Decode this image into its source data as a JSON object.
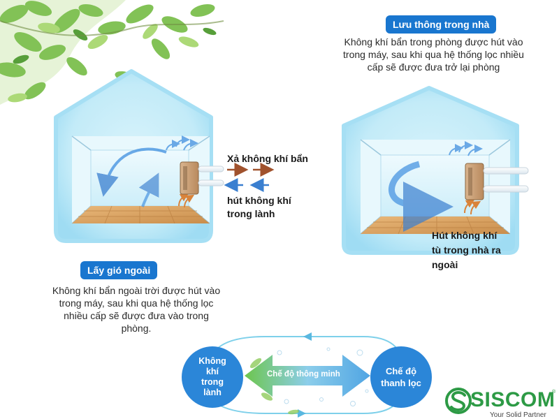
{
  "left_room": {
    "tag": "Lấy gió ngoài",
    "desc_lines": [
      "Không khí bẩn ngoài trời được hút vào",
      "trong máy, sau khi qua hệ thống lọc",
      "nhiều cấp sẽ được đưa vào trong",
      "phòng."
    ],
    "exhaust_label": "Xả không khí bẩn",
    "intake_label_lines": [
      "hút không khí",
      "trong lành"
    ]
  },
  "right_room": {
    "tag": "Lưu thông trong nhà",
    "desc_lines": [
      "Không khí bẩn trong phòng được hút vào",
      "trong máy, sau khi qua hệ thống lọc nhiều",
      "cấp sẽ được đưa trở lại phòng"
    ],
    "intake_label_lines": [
      "Hút không khí",
      "tù trong nhà ra",
      "ngoài"
    ]
  },
  "mode_cycle": {
    "left_circle_lines": [
      "Không",
      "khí",
      "trong",
      "lành"
    ],
    "right_circle_lines": [
      "Chế độ",
      "thanh lọc"
    ],
    "center_label": "Chế độ thông minh"
  },
  "brand": {
    "name": "SISCOM",
    "tagline": "Your  Solid  Partner",
    "reg": "®"
  },
  "colors": {
    "accent_blue": "#1976cf",
    "circle_blue": "#2b86d8",
    "brand_green": "#2d9a45",
    "exhaust_arrow": "#a0522d",
    "intake_arrow": "#3a7fd0"
  }
}
